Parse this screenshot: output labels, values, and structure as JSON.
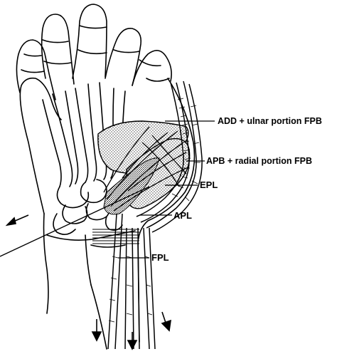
{
  "figure": {
    "labels": {
      "add_fpb": "ADD + ulnar portion FPB",
      "apb_fpb": "APB + radial portion FPB",
      "epl": "EPL",
      "apl": "APL",
      "fpl": "FPL"
    }
  }
}
